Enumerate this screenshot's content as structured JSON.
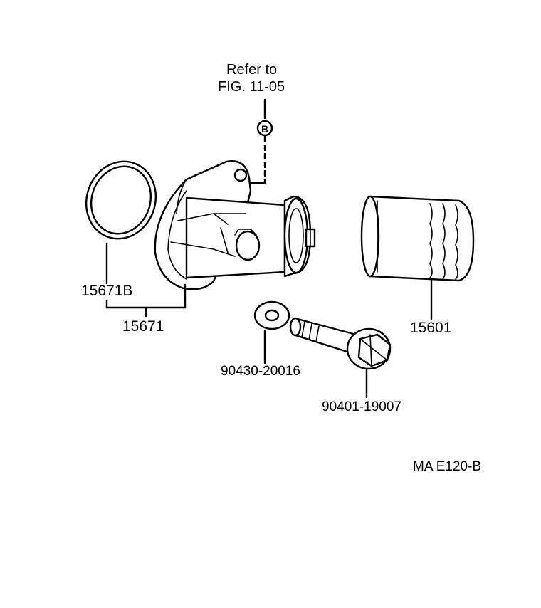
{
  "reference": {
    "line1": "Refer to",
    "line2": "FIG. 11-05",
    "marker": "B"
  },
  "parts": {
    "gasket": "15671B",
    "bracket": "15671",
    "filter": "15601",
    "washer": "90430-20016",
    "bolt": "90401-19007"
  },
  "figure_code": "MA E120-B"
}
